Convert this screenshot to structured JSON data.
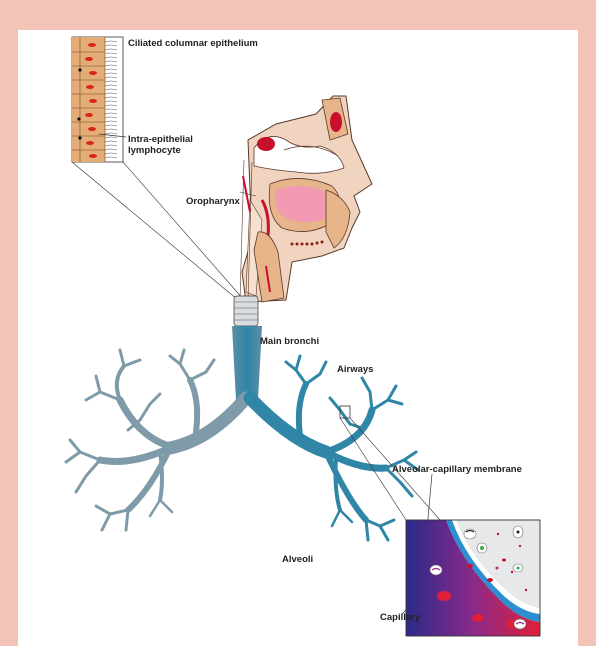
{
  "labels": {
    "ciliated": "Ciliated columnar epithelium",
    "intraepithelial_1": "Intra-epithelial",
    "intraepithelial_2": "lymphocyte",
    "oropharynx": "Oropharynx",
    "main_bronchi": "Main bronchi",
    "airways": "Airways",
    "alveolar_capillary": "Alveolar-capillary membrane",
    "alveoli": "Alveoli",
    "capillary": "Capillary"
  },
  "colors": {
    "page_border": "#f2c4b8",
    "airway_blue": "#2f86a6",
    "airway_grey": "#8aa2b0",
    "tissue_tan": "#e8b48a",
    "blood_red": "#c8102e",
    "capillary_purple": "#5a2a8a"
  }
}
